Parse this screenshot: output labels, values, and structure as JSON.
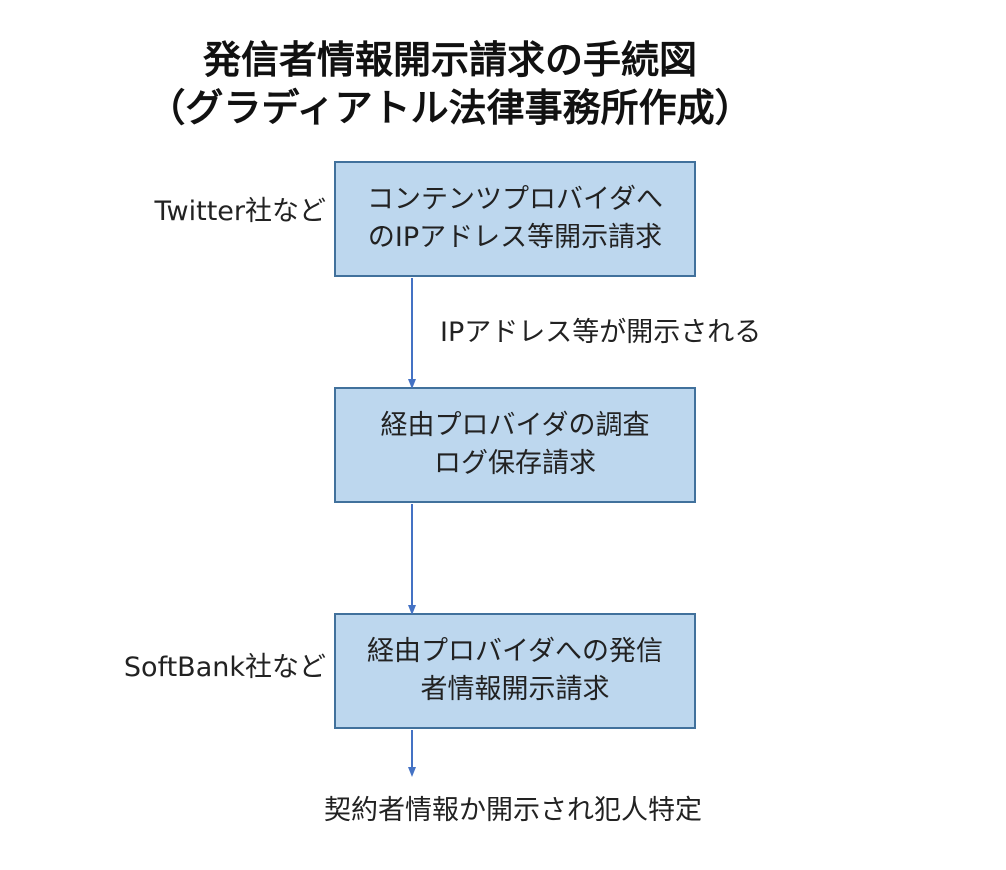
{
  "title": {
    "line1": "発信者情報開示請求の手続図",
    "line2": "（グラディアトル法律事務所作成）"
  },
  "boxes": [
    {
      "line1": "コンテンツプロバイダへ",
      "line2": "のIPアドレス等開示請求"
    },
    {
      "line1": "経由プロバイダの調査",
      "line2": "ログ保存請求"
    },
    {
      "line1": "経由プロバイダへの発信",
      "line2": "者情報開示請求"
    }
  ],
  "side_labels": {
    "content_provider": "Twitter社など",
    "transit_provider": "SoftBank社など"
  },
  "arrow_label": "IPアドレス等が開示される",
  "result": "契約者情報か開示され犯人特定",
  "colors": {
    "box_fill": "#bdd7ee",
    "box_border": "#41719c",
    "arrow": "#4472c4"
  }
}
